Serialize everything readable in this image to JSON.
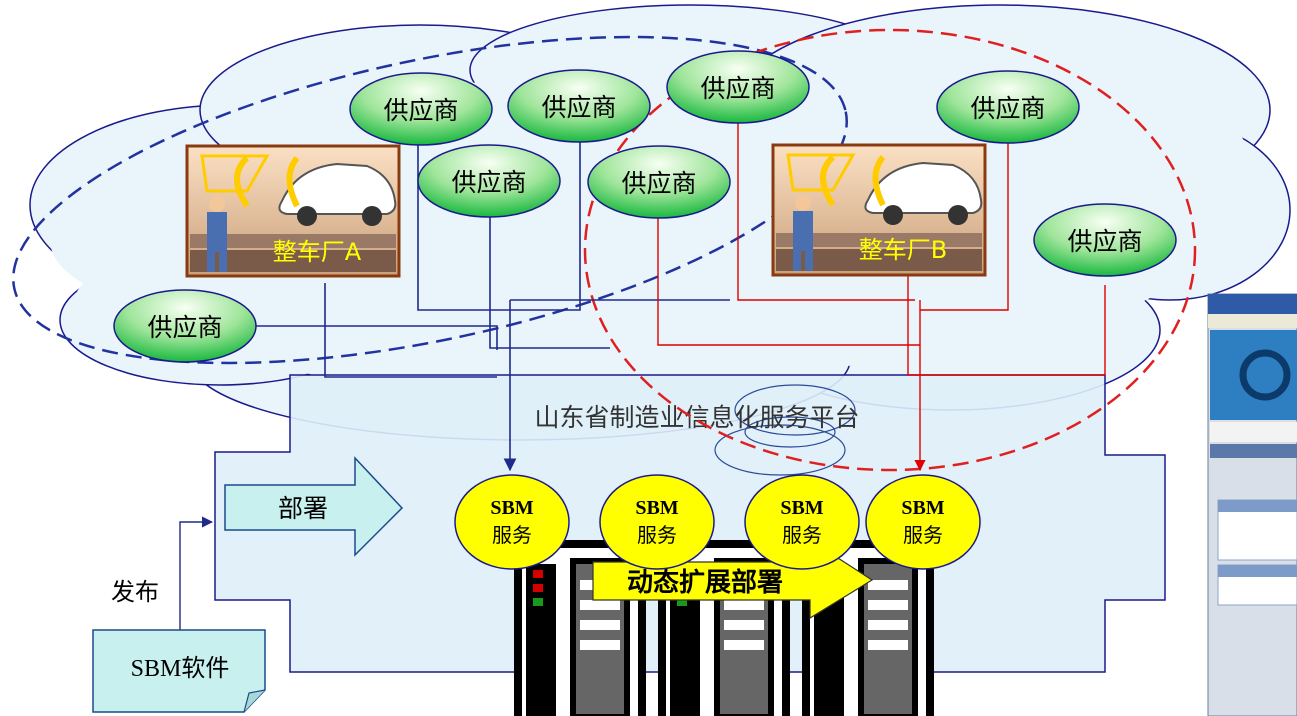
{
  "platform_label": "山东省制造业信息化服务平台",
  "deploy_label": "部署",
  "publish_label": "发布",
  "software_label": "SBM软件",
  "expand_label": "动态扩展部署",
  "plant_a_label": "整车厂A",
  "plant_b_label": "整车厂B",
  "suppliers": [
    "供应商",
    "供应商",
    "供应商",
    "供应商",
    "供应商",
    "供应商",
    "供应商",
    "供应商"
  ],
  "services": [
    {
      "line1": "SBM",
      "line2": "服务"
    },
    {
      "line1": "SBM",
      "line2": "服务"
    },
    {
      "line1": "SBM",
      "line2": "服务"
    },
    {
      "line1": "SBM",
      "line2": "服务"
    }
  ],
  "colors": {
    "cloud_fill": "#eaf5fb",
    "cloud_stroke": "#1a1a8c",
    "platform_fill": "#dff0f8",
    "supplier_fill_top": "#f4fff0",
    "supplier_fill_bottom": "#22c64a",
    "service_fill": "#ffff00",
    "arrow_fill": "#c8f0ee",
    "group_a_line": "#1f2a8c",
    "group_b_line": "#e00000"
  }
}
